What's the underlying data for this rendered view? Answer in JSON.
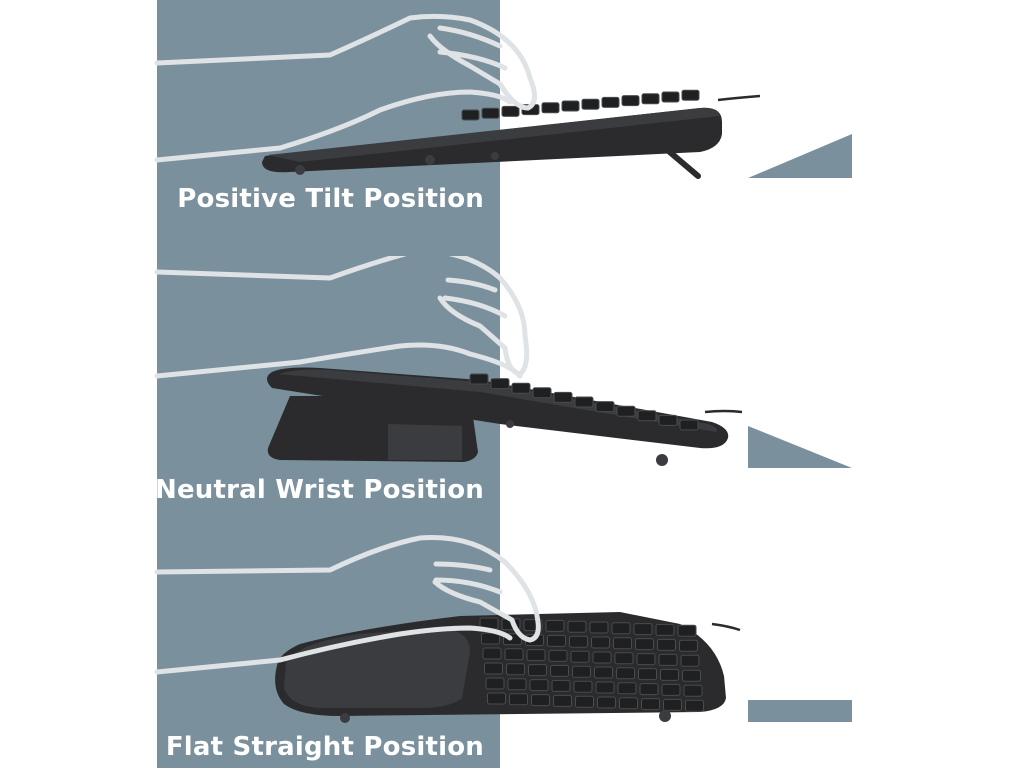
{
  "colors": {
    "panel": "#7a909c",
    "keyboard": "#2b2b2d",
    "keyboard_edge": "#3b3c3f",
    "keycap": "#1f2022",
    "keycap_top": "#4a4b4e",
    "hand_outline": "#dfe3e6",
    "wedge": "#7a909c",
    "label_text": "#ffffff"
  },
  "positions": [
    {
      "id": "positive-tilt",
      "label": "Positive Tilt Position",
      "wedge_shape": "triangle-rising-left"
    },
    {
      "id": "neutral-wrist",
      "label": "Neutral Wrist Position",
      "wedge_shape": "triangle-falling-right"
    },
    {
      "id": "flat-straight",
      "label": "Flat Straight Position",
      "wedge_shape": "flat-bar"
    }
  ]
}
